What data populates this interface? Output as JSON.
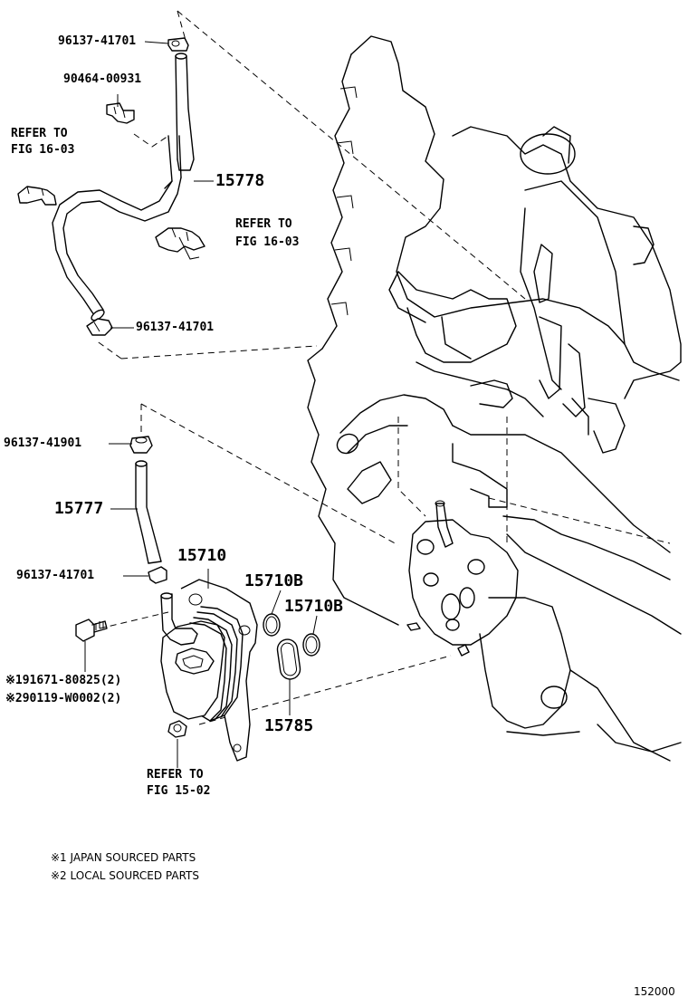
{
  "labels": {
    "clamp_top": "96137-41701",
    "clip_top": "90464-00931",
    "refer_1603_a_line1": "REFER TO",
    "refer_1603_a_line2": "FIG 16-03",
    "hose_15778": "15778",
    "refer_1603_b_line1": "REFER TO",
    "refer_1603_b_line2": "FIG 16-03",
    "clamp_mid": "96137-41701",
    "clamp_41901": "96137-41901",
    "hose_15777": "15777",
    "clamp_low": "96137-41701",
    "cooler_15710": "15710",
    "oring_15710b_a": "15710B",
    "oring_15710b_b": "15710B",
    "bolt_1": "※191671-80825(2)",
    "bolt_2": "※290119-W0002(2)",
    "gasket_15785": "15785",
    "refer_1502_line1": "REFER TO",
    "refer_1502_line2": "FIG 15-02"
  },
  "notes": {
    "note_1": "※1 JAPAN SOURCED PARTS",
    "note_2": "※2 LOCAL SOURCED PARTS"
  },
  "figure_code": "152000"
}
